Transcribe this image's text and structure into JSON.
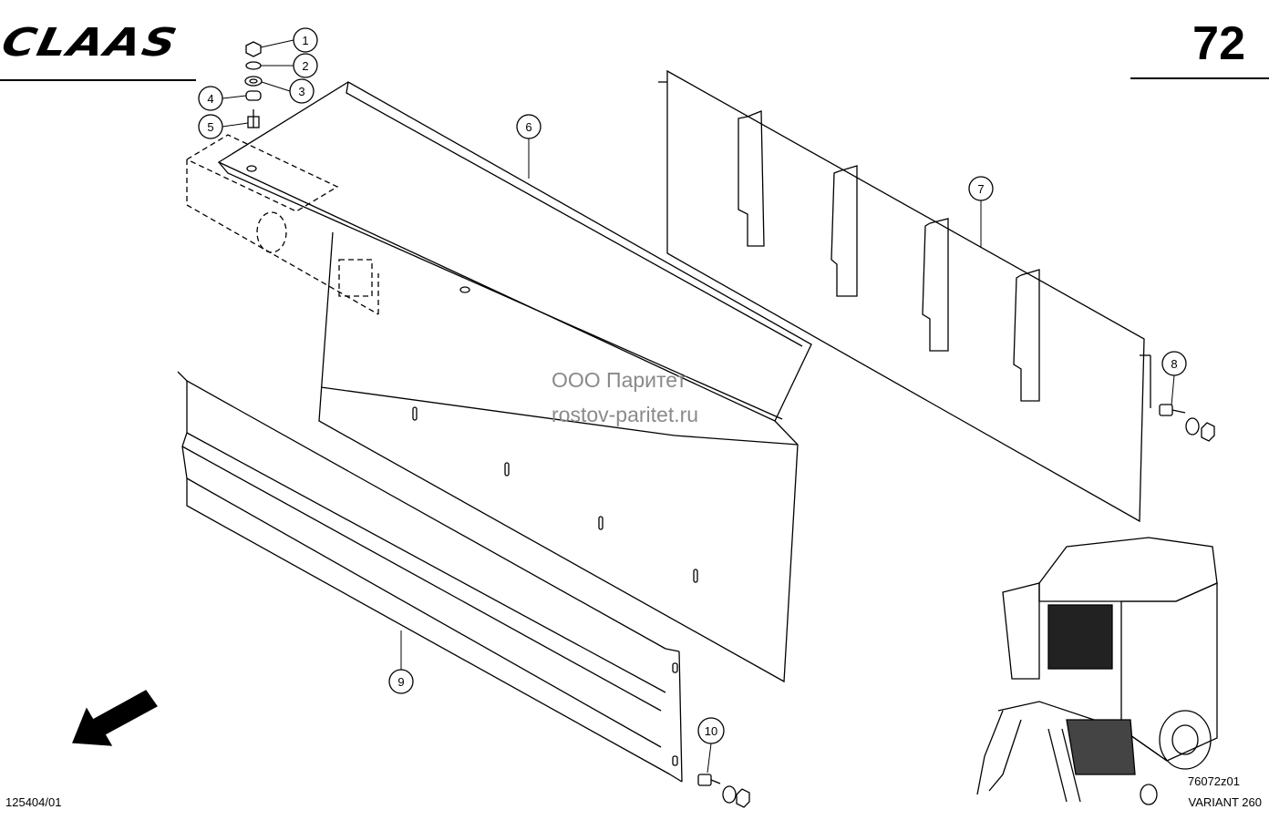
{
  "header": {
    "brand": "CLAAS",
    "page_number": "72"
  },
  "callouts": [
    {
      "label": "1"
    },
    {
      "label": "2"
    },
    {
      "label": "3"
    },
    {
      "label": "4"
    },
    {
      "label": "5"
    },
    {
      "label": "6"
    },
    {
      "label": "7"
    },
    {
      "label": "8"
    },
    {
      "label": "9"
    },
    {
      "label": "10"
    }
  ],
  "watermark": {
    "line1": "ООО Паритет",
    "line2": "rostov-paritet.ru"
  },
  "footer": {
    "drawing_code": "125404/01",
    "figure_code": "76072z01",
    "model": "VARIANT 260"
  }
}
